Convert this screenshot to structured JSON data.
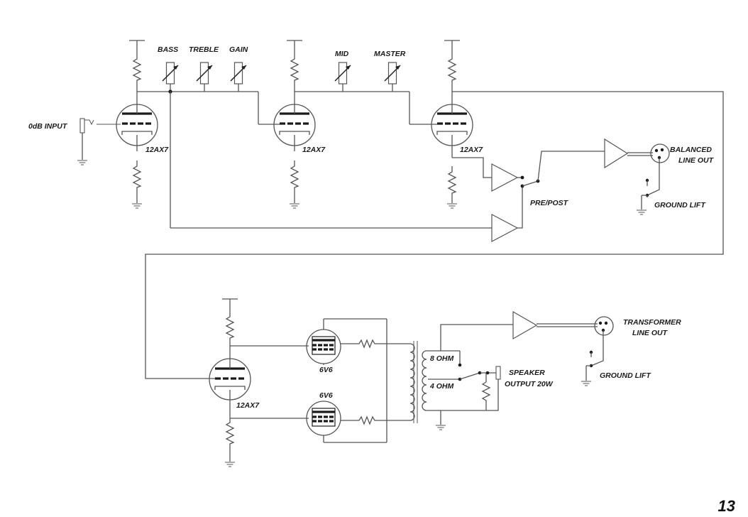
{
  "labels": {
    "bass": "BASS",
    "treble": "TREBLE",
    "gain": "GAIN",
    "mid": "MID",
    "master": "MASTER",
    "input": "0dB INPUT",
    "tube_1": "12AX7",
    "tube_2": "12AX7",
    "tube_3": "12AX7",
    "tube_4": "12AX7",
    "power_tube_1": "6V6",
    "power_tube_2": "6V6",
    "balanced_out_1": "BALANCED",
    "balanced_out_2": "LINE OUT",
    "ground_lift_1": "GROUND LIFT",
    "pre_post": "PRE/POST",
    "transformer_out_1": "TRANSFORMER",
    "transformer_out_2": "LINE OUT",
    "tap_8": "8 OHM",
    "tap_4": "4 OHM",
    "speaker_1": "SPEAKER",
    "speaker_2": "OUTPUT 20W",
    "ground_lift_2": "GROUND LIFT"
  },
  "page_number": "13"
}
